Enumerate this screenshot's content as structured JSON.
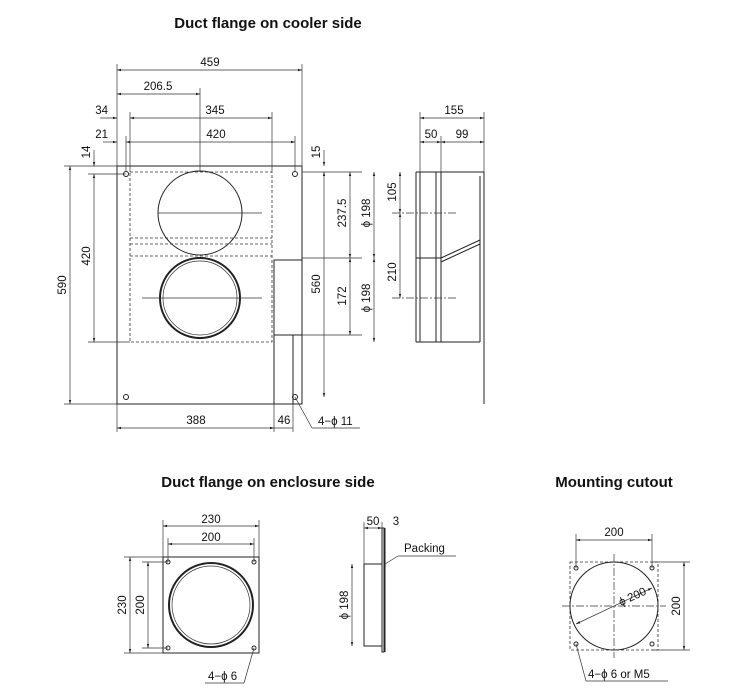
{
  "titles": {
    "cooler": "Duct flange on cooler side",
    "enclosure": "Duct flange on enclosure side",
    "cutout": "Mounting cutout"
  },
  "cooler": {
    "front": {
      "w459": "459",
      "w206_5": "206.5",
      "w34": "34",
      "w345": "345",
      "w21": "21",
      "w420": "420",
      "h14": "14",
      "h15": "15",
      "h420": "420",
      "h590": "590",
      "h237_5": "237.5",
      "h560": "560",
      "h172": "172",
      "w388": "388",
      "w46": "46",
      "holes": "4−ϕ 11"
    },
    "side": {
      "w155": "155",
      "w50": "50",
      "w99": "99",
      "h105": "105",
      "h210": "210",
      "dia1": "ϕ 198",
      "dia2": "ϕ 198"
    }
  },
  "enclosure": {
    "front": {
      "w230": "230",
      "w200": "200",
      "h230": "230",
      "h200": "200",
      "holes": "4−ϕ 6"
    },
    "side": {
      "w50": "50",
      "w3": "3",
      "packing": "Packing",
      "dia": "ϕ 198"
    }
  },
  "cutout": {
    "w200": "200",
    "h200": "200",
    "dia": "ϕ 200",
    "holes": "4−ϕ 6 or M5"
  }
}
